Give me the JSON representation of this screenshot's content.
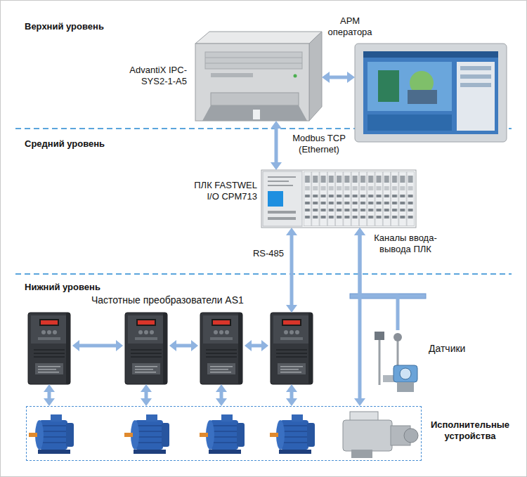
{
  "diagram": {
    "nodes": [
      {
        "text": [
          "AdvantiX IPC-SYS2-1-A5"
        ]
      },
      {
        "text": [
          "АРМ оператора"
        ]
      },
      {
        "text": [
          "ПЛК FASTWEL I/O CPM713"
        ]
      },
      {
        "text": [
          "Частотные преобразователи AS1"
        ]
      },
      {
        "text": [
          "Датчики"
        ]
      },
      {
        "text": [
          "Исполнительные устройства"
        ]
      }
    ],
    "edges": [
      {
        "from": 0,
        "to": 1,
        "arrow": "both"
      },
      {
        "from": 0,
        "to": 2,
        "label": "Modbus TCP (Ethernet)",
        "arrow": "both"
      },
      {
        "from": 2,
        "to": 3,
        "label": "RS-485",
        "arrow": "both"
      },
      {
        "from": 2,
        "to": 5,
        "label": "Каналы ввода-вывода ПЛК",
        "arrow": "both"
      },
      {
        "from": 4,
        "to": 2,
        "arrow": "to"
      },
      {
        "from": 3,
        "to": 5,
        "arrow": "both"
      }
    ],
    "labels": [
      "Верхний уровень",
      "Средний уровень",
      "Нижний уровень"
    ]
  }
}
